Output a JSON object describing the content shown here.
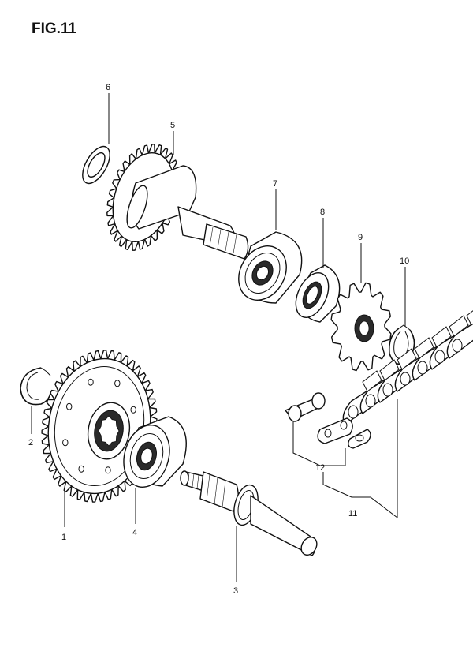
{
  "figure": {
    "title": "FIG.11"
  },
  "callouts": [
    {
      "id": "c1",
      "label": "1"
    },
    {
      "id": "c2",
      "label": "2"
    },
    {
      "id": "c3",
      "label": "3"
    },
    {
      "id": "c4",
      "label": "4"
    },
    {
      "id": "c5",
      "label": "5"
    },
    {
      "id": "c6",
      "label": "6"
    },
    {
      "id": "c7",
      "label": "7"
    },
    {
      "id": "c8",
      "label": "8"
    },
    {
      "id": "c9",
      "label": "9"
    },
    {
      "id": "c10",
      "label": "10"
    },
    {
      "id": "c11",
      "label": "11"
    },
    {
      "id": "c12",
      "label": "12"
    }
  ]
}
